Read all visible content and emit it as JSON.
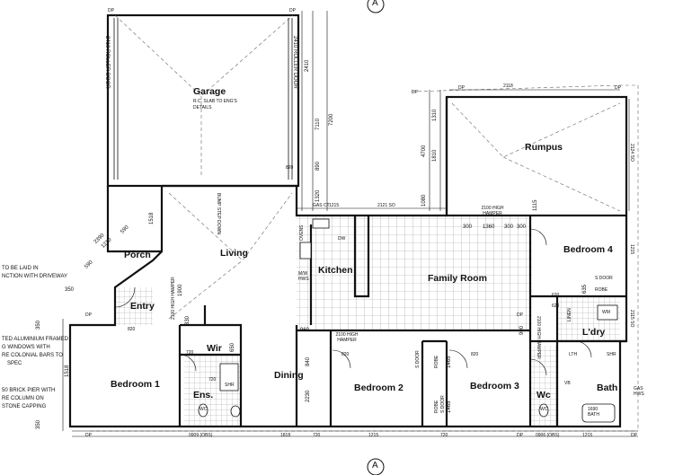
{
  "rooms": {
    "garage": "Garage",
    "garage_note_1": "R.C. SLAB TO ENG'S",
    "garage_note_2": "DETAILS",
    "rumpus": "Rumpus",
    "living": "Living",
    "porch": "Porch",
    "entry": "Entry",
    "kitchen": "Kitchen",
    "family_room": "Family Room",
    "bedroom4": "Bedroom 4",
    "ldry": "L'dry",
    "bedroom1": "Bedroom 1",
    "wir": "Wir",
    "ens": "Ens.",
    "dining": "Dining",
    "bedroom2": "Bedroom 2",
    "bedroom3": "Bedroom 3",
    "wc": "Wc",
    "bath": "Bath"
  },
  "notes": {
    "roller_door_left": "2410 ROLLER DOOR",
    "roller_door_right": "2410 ROLLER DOOR",
    "left_1": "TO BE LAID IN",
    "left_2": "NCTION WITH DRIVEWAY",
    "left_3": "TED ALUMINIUM FRAMED",
    "left_4": "G WINDOWS WITH",
    "left_5": "RE COLONIAL BARS TO",
    "left_6": "SPEC",
    "left_7": "50 BRICK PIER WITH",
    "left_8": "RE COLUMN ON",
    "left_9": "STONE CAPPING",
    "gas_hws": "GAS HWS",
    "gas_ct": "GAS CT",
    "hamper_top": "2100 HIGH HAMPER",
    "hamper_mid": "2100 HIGH HAMPER",
    "hamper_living": "2100 HIGH HAMPER",
    "hamper_lower": "2100 HIGH HAMPER",
    "bumpstep": "BUMP STEP DOWN",
    "dw": "DW",
    "ovens": "OVENS",
    "mw": "M/W HWS",
    "robe": "ROBE",
    "s_door": "S DOOR",
    "linen": "LINEN",
    "lth": "LTH",
    "shr": "SHR",
    "wm": "WM",
    "vb": "VB",
    "bath_1690": "1690 BATH",
    "wc_sym": "WC",
    "section_mark": "A",
    "dp": "DP"
  },
  "dimensions": {
    "d2410": "2410",
    "d7200": "7200",
    "d7110": "7110",
    "d890": "890",
    "d1320": "1320",
    "d4700": "4700",
    "d1310": "1310",
    "d1810": "1810",
    "d1080": "1080",
    "d2118": "2118",
    "d2124": "2124 SO",
    "d1215": "1215",
    "d2121": "2121 SO",
    "d300a": "300",
    "d1360": "1360",
    "d300b": "300",
    "d300c": "300",
    "d1115": "1115",
    "d2390": "2390",
    "d590a": "590",
    "d1210": "1210",
    "d590b": "590",
    "d1518": "1518",
    "d350a": "350",
    "d350b": "350",
    "d1900": "1900",
    "d830": "830",
    "d820a": "820",
    "d820b": "820",
    "d820c": "820",
    "d820d": "820",
    "d960": "960",
    "d840": "840",
    "d2230": "2230",
    "d720a": "720",
    "d720b": "720",
    "d650": "650",
    "d1465a": "1465",
    "d1465b": "1465",
    "d620a": "620",
    "d620b": "620",
    "d635": "635",
    "d900": "900",
    "d1518b": "1518",
    "d350c": "350",
    "d0909": "0909 (OBS)",
    "d1818": "1818",
    "d720c": "720",
    "d1215b": "1215",
    "d720d": "720",
    "d0906": "0906 (OBS)",
    "d1215c": "1215",
    "d2115": "2115 SO",
    "d1215d": "1215"
  }
}
